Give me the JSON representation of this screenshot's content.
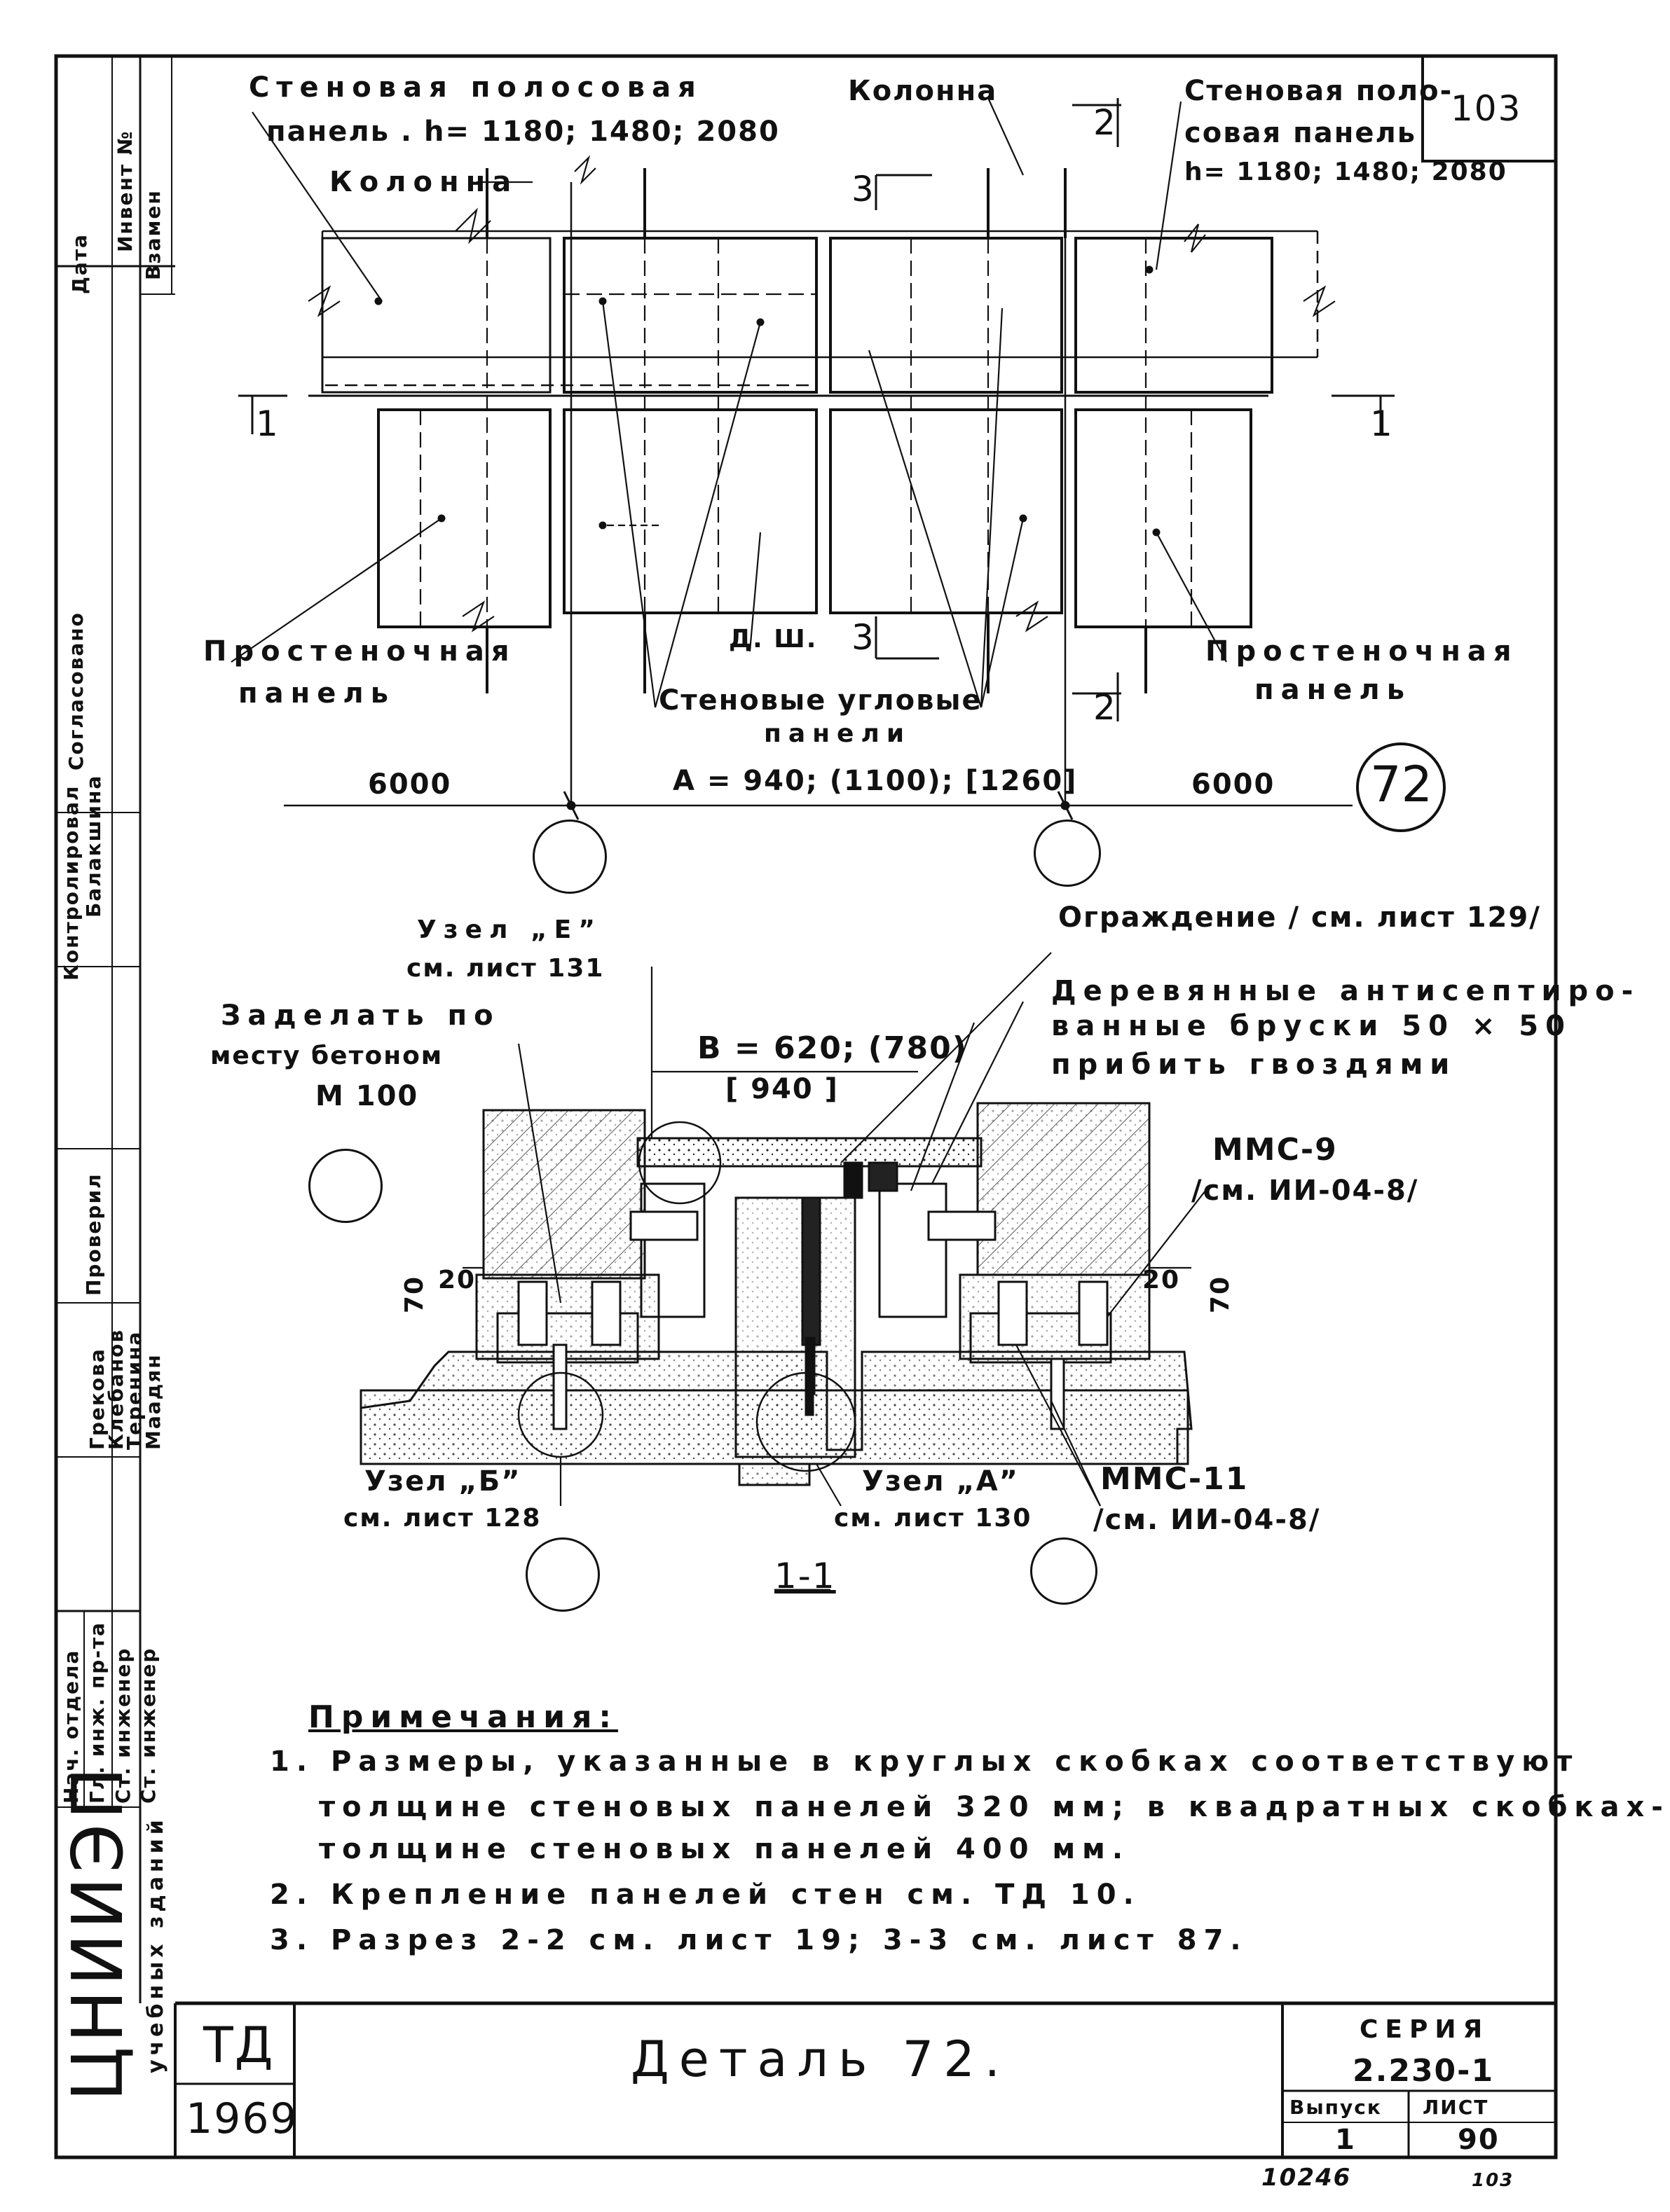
{
  "sheet": {
    "sheet_number_top": "103",
    "detail_bubble": "72",
    "title": "Деталь 72.",
    "td": "ТД",
    "year": "1969",
    "series_label": "СЕРИЯ",
    "series_value": "2.230-1",
    "issue_label": "Выпуск",
    "issue_value": "1",
    "list_label": "ЛИСТ",
    "list_value": "90",
    "inventory_number": "10246",
    "corner_mark": "103"
  },
  "organization": {
    "name": "ЦНИИЭП",
    "subtitle": "учебных зданий"
  },
  "stamp_columns": {
    "data": "Дата",
    "inventory": "Инвент №",
    "replacement": "Взамен",
    "agreed": "Согласовано",
    "controller": "Балакшина",
    "controller_role": "Контролировал",
    "checked": "Проверил",
    "role_labels": [
      "Нач. отдела",
      "Гл. инж. пр-та",
      "Ст. инженер",
      "Ст. инженер"
    ],
    "names": [
      "Грекова",
      "Клебанов",
      "Теренина",
      "Маадян"
    ]
  },
  "plan": {
    "label_wall_strip_left_1": "Стеновая полосовая",
    "label_wall_strip_left_2": "панель . h= 1180; 1480; 2080",
    "label_column_left": "Колонна",
    "label_column_top": "Колонна",
    "label_wall_strip_right_1": "Стеновая поло-",
    "label_wall_strip_right_2": "совая панель",
    "label_wall_strip_right_3": "h= 1180; 1480; 2080",
    "section_1_left": "1",
    "section_1_right": "1",
    "section_2_top": "2",
    "section_2_bottom": "2",
    "section_3_top": "3",
    "section_3_bottom": "3",
    "label_pier_left_1": "Простеночная",
    "label_pier_left_2": "панель",
    "label_pier_right_1": "Простеночная",
    "label_pier_right_2": "панель",
    "label_dsh": "Д. Ш.",
    "label_corner_panels_1": "Стеновые угловые",
    "label_corner_panels_2": "панели",
    "dim_left": "6000",
    "dim_middle": "А = 940; (1100); [1260]",
    "dim_right": "6000"
  },
  "section": {
    "node_e_1": "Узел „Е”",
    "node_e_2": "см. лист 131",
    "fence": "Ограждение / см. лист 129/",
    "fill_1": "Заделать по",
    "fill_2": "месту бетоном",
    "fill_3": "М 100",
    "wood_1": "Деревянные антисептиро-",
    "wood_2": "ванные бруски 50 × 50",
    "wood_3": "прибить гвоздями",
    "dim_b_1": "В = 620; (780)",
    "dim_b_2": "[ 940 ]",
    "mms9_1": "ММС-9",
    "mms9_2": "/см. ИИ-04-8/",
    "dim_70_left": "70",
    "dim_20_left": "20",
    "dim_20_right": "20",
    "dim_70_right": "70",
    "node_b_1": "Узел „Б”",
    "node_b_2": "см. лист 128",
    "node_a_1": "Узел „А”",
    "node_a_2": "см. лист 130",
    "mms11_1": "ММС-11",
    "mms11_2": "/см. ИИ-04-8/",
    "section_mark": "1-1"
  },
  "notes": {
    "heading": "Примечания:",
    "n1_a": "1. Размеры, указанные в круглых скобках соответствуют",
    "n1_b": "толщине стеновых панелей 320 мм; в квадратных скобках-",
    "n1_c": "толщине стеновых панелей 400 мм.",
    "n2": "2. Крепление панелей стен см. ТД 10.",
    "n3": "3. Разрез 2-2 см. лист 19; 3-3 см. лист 87."
  }
}
